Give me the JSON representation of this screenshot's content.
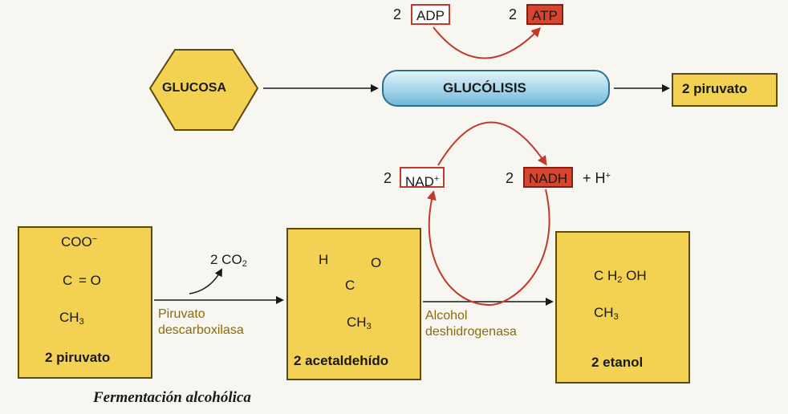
{
  "glycolysis": {
    "adp_coef": "2",
    "adp": "ADP",
    "atp_coef": "2",
    "atp": "ATP",
    "glucose": "GLUCOSA",
    "process": "GLUCÓLISIS",
    "product": "2 piruvato",
    "nad_coef": "2",
    "nad": "NAD",
    "nad_sup": "+",
    "nadh_coef": "2",
    "nadh": "NADH",
    "h_plus": "+ H",
    "h_sup": "+"
  },
  "fermentation": {
    "pyruvate": {
      "label": "2 piruvato",
      "coo": "COO",
      "coo_sup": "−",
      "carbon": "C",
      "double_o": "= O",
      "ch": "CH",
      "ch_sub": "3"
    },
    "co2": {
      "text": "2 CO",
      "sub": "2"
    },
    "enzyme1": {
      "line1": "Piruvato",
      "line2": "descarboxilasa"
    },
    "acetaldehyde": {
      "label": "2 acetaldehído",
      "h": "H",
      "o": "O",
      "carbon": "C",
      "ch": "CH",
      "ch_sub": "3"
    },
    "enzyme2": {
      "line1": "Alcohol",
      "line2": "deshidrogenasa"
    },
    "ethanol": {
      "label": "2 etanol",
      "top": "C H",
      "h_sub": "2",
      "oh": " OH",
      "ch": "CH",
      "ch_sub": "3"
    },
    "caption": "Fermentación alcohólica"
  },
  "colors": {
    "yellow": "#f3d152",
    "red_tag": "#d6452d",
    "arrow_red": "#c0392b",
    "capsule_blue": "#a9d8ec"
  }
}
